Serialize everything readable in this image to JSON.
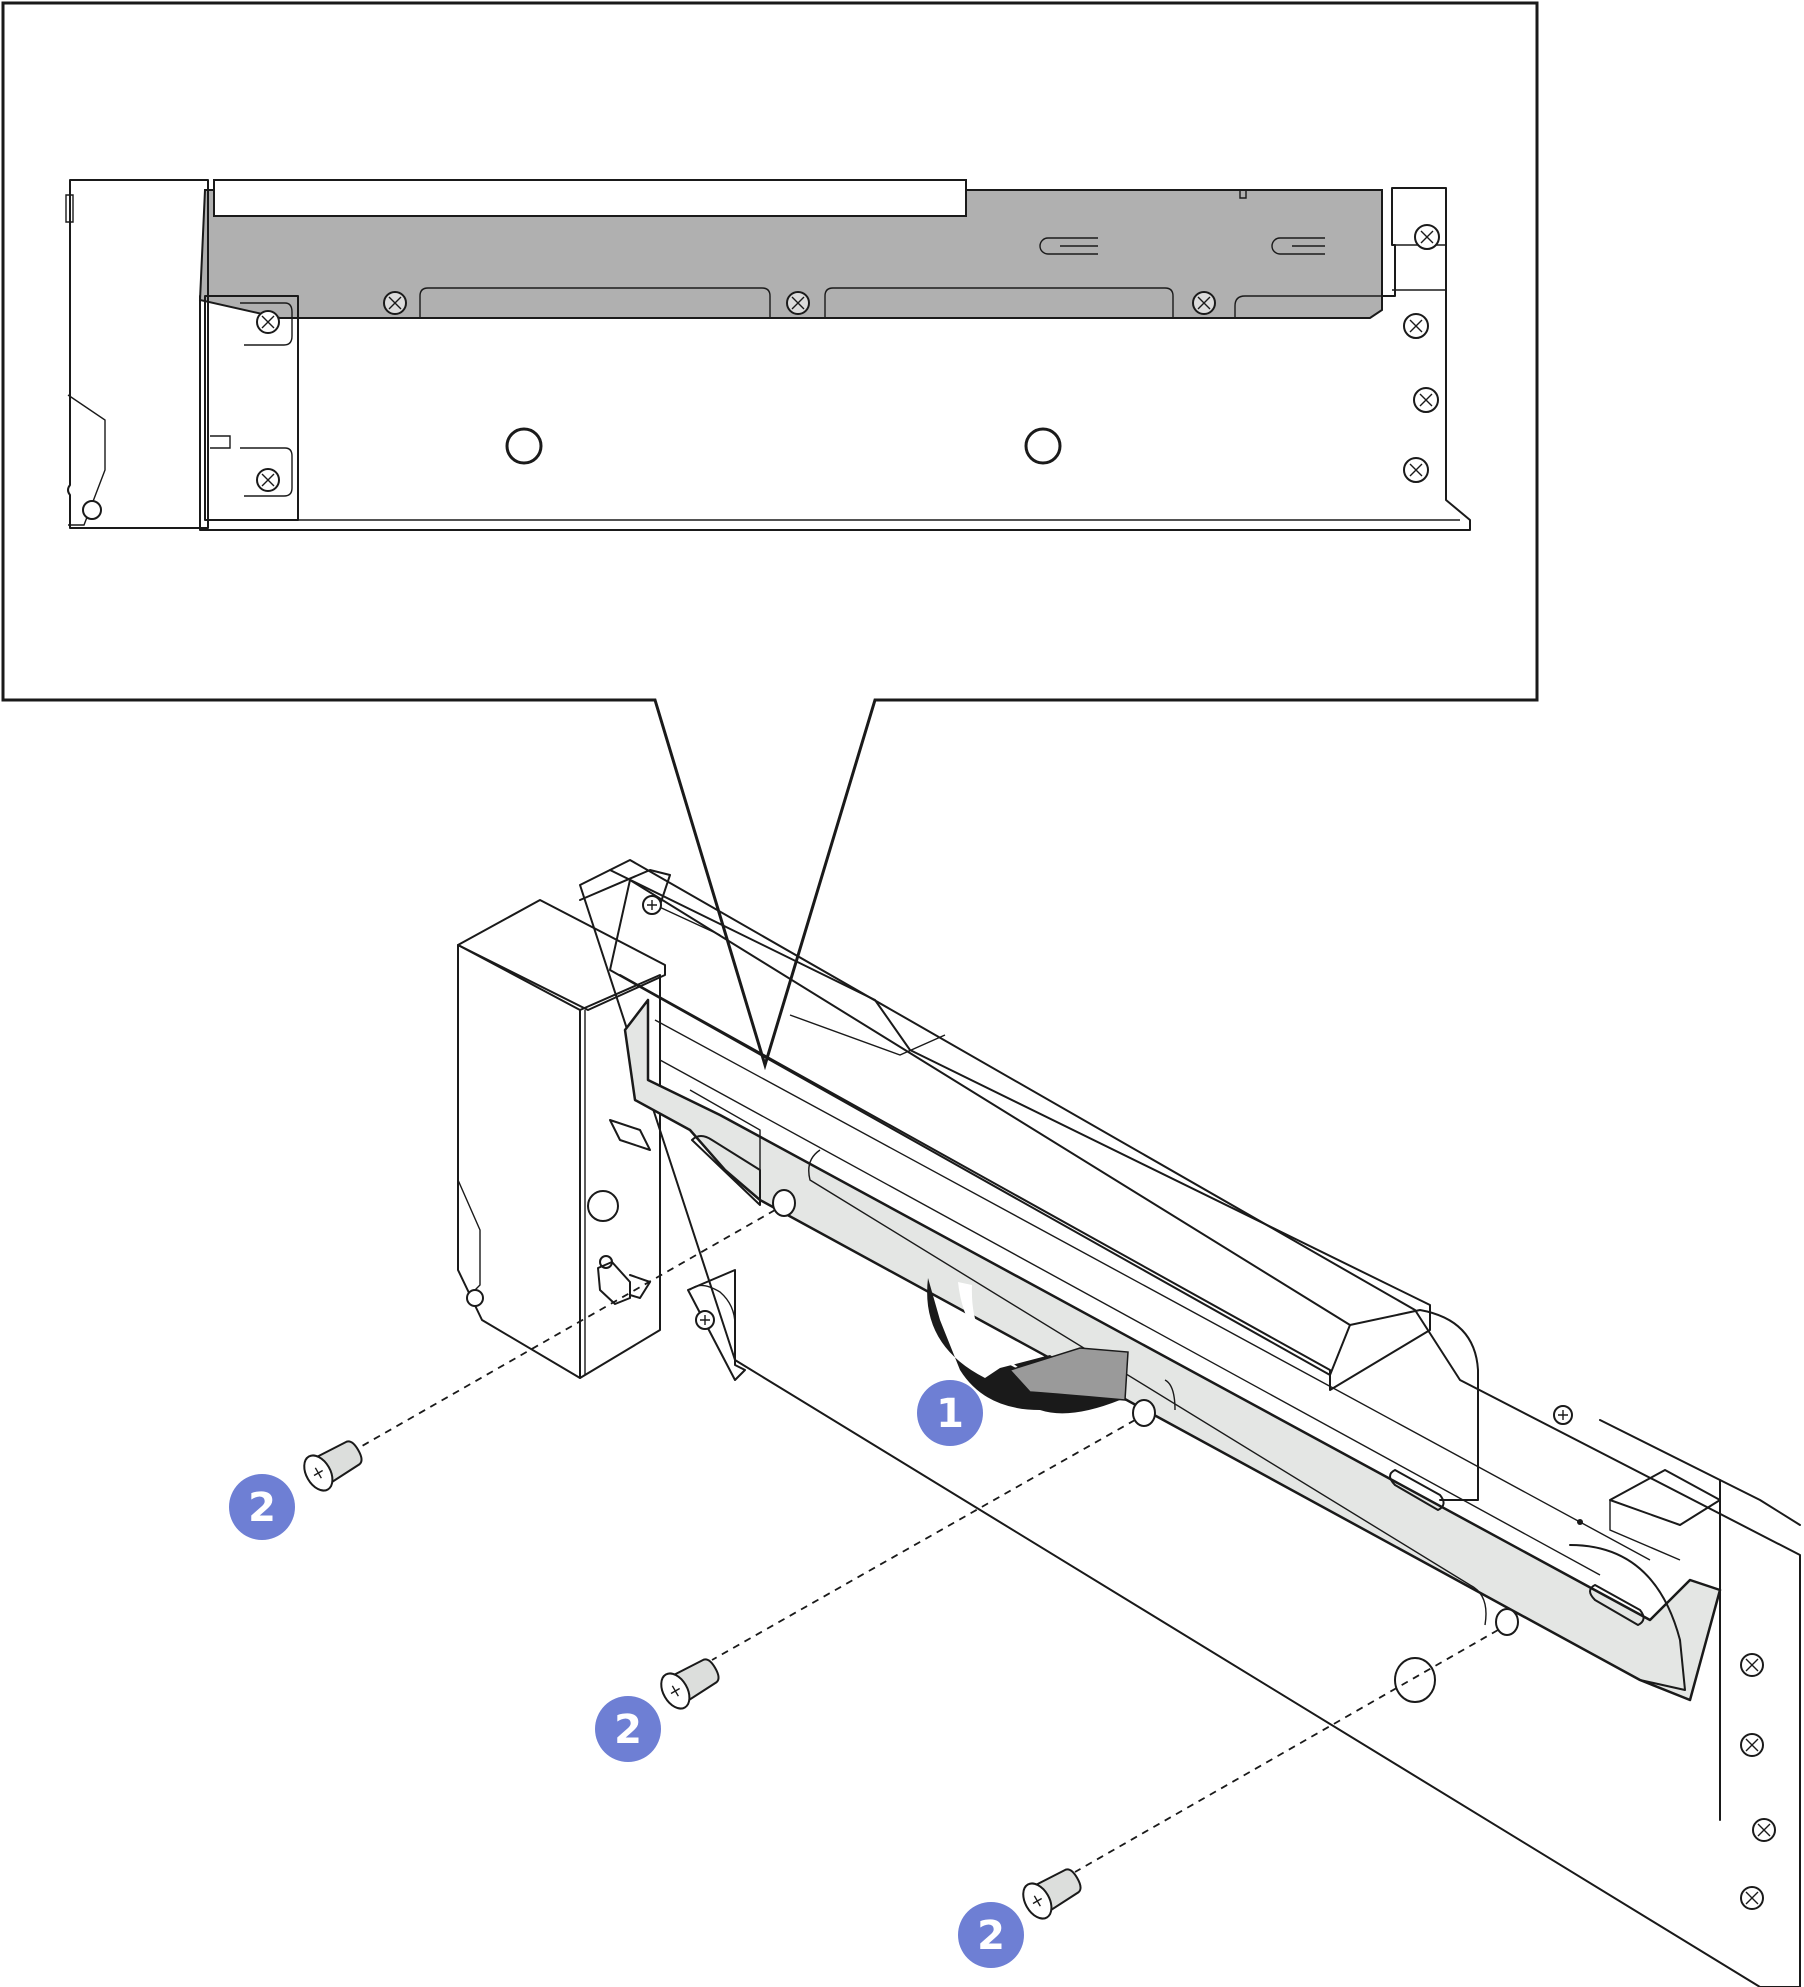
{
  "colors": {
    "callout_fill": "#6e7fd4",
    "callout_text": "#ffffff",
    "bracket_fill": "#b0b0b0",
    "bracket_fill_light": "#e4e6e4",
    "handle_fill": "#dcdedc",
    "line": "#1a1a1a",
    "background": "#ffffff"
  },
  "callouts": [
    {
      "id": "step-1",
      "label": "1",
      "meaning": "press-and-slide-arrow"
    },
    {
      "id": "step-2a",
      "label": "2",
      "meaning": "remove-screw"
    },
    {
      "id": "step-2b",
      "label": "2",
      "meaning": "remove-screw"
    },
    {
      "id": "step-2c",
      "label": "2",
      "meaning": "remove-screw"
    }
  ],
  "icons": [
    "screw-icon",
    "curved-arrow-icon",
    "magnifier-callout-icon"
  ]
}
